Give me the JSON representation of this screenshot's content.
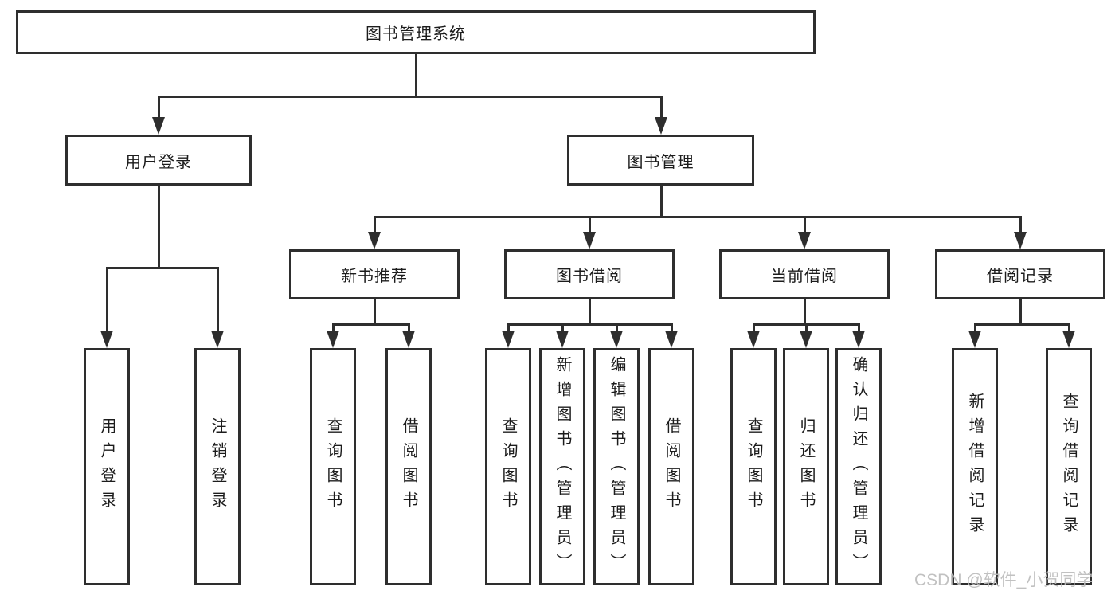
{
  "tree": {
    "root": {
      "label": "图书管理系统"
    },
    "branches": [
      {
        "label": "用户登录",
        "children": [
          {
            "label": "用户登录"
          },
          {
            "label": "注销登录"
          }
        ]
      },
      {
        "label": "图书管理",
        "children": [
          {
            "label": "新书推荐",
            "children": [
              {
                "label": "查询图书"
              },
              {
                "label": "借阅图书"
              }
            ]
          },
          {
            "label": "图书借阅",
            "children": [
              {
                "label": "查询图书"
              },
              {
                "label": "新增图书（管理员）"
              },
              {
                "label": "编辑图书（管理员）"
              },
              {
                "label": "借阅图书"
              }
            ]
          },
          {
            "label": "当前借阅",
            "children": [
              {
                "label": "查询图书"
              },
              {
                "label": "归还图书"
              },
              {
                "label": "确认归还（管理员）"
              }
            ]
          },
          {
            "label": "借阅记录",
            "children": [
              {
                "label": "新增借阅记录"
              },
              {
                "label": "查询借阅记录"
              }
            ]
          }
        ]
      }
    ]
  },
  "watermark": {
    "text": "CSDN @软件_小贺同学"
  },
  "colors": {
    "line": "#2e2e2e",
    "text": "#1c1c1c",
    "watermark": "#bcbcbc",
    "background": "#ffffff"
  }
}
